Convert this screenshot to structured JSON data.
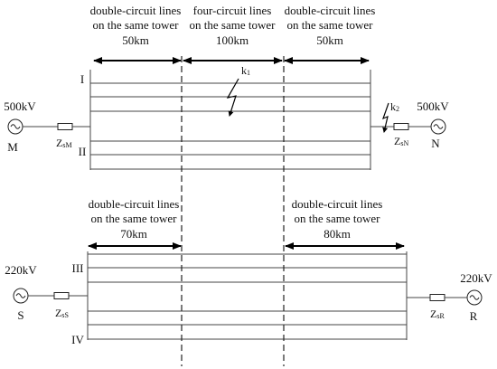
{
  "top": {
    "segments": [
      {
        "line1": "double-circuit lines",
        "line2": "on the same tower",
        "length": "50km"
      },
      {
        "line1": "four-circuit lines",
        "line2": "on the same tower",
        "length": "100km"
      },
      {
        "line1": "double-circuit lines",
        "line2": "on the same tower",
        "length": "50km"
      }
    ],
    "circuit_upper": "I",
    "circuit_lower": "II",
    "left_source": {
      "voltage": "500kV",
      "bus": "M",
      "impedance": "Z",
      "impedance_sub": "sM"
    },
    "right_source": {
      "voltage": "500kV",
      "bus": "N",
      "impedance": "Z",
      "impedance_sub": "sN"
    },
    "fault1": {
      "label": "k",
      "sub": "1"
    },
    "fault2": {
      "label": "k",
      "sub": "2"
    }
  },
  "bottom": {
    "segments": [
      {
        "line1": "double-circuit lines",
        "line2": "on the same tower",
        "length": "70km"
      },
      {
        "line1": "double-circuit lines",
        "line2": "on the same tower",
        "length": "80km"
      }
    ],
    "circuit_upper": "III",
    "circuit_lower": "IV",
    "left_source": {
      "voltage": "220kV",
      "bus": "S",
      "impedance": "Z",
      "impedance_sub": "sS"
    },
    "right_source": {
      "voltage": "220kV",
      "bus": "R",
      "impedance": "Z",
      "impedance_sub": "sR"
    }
  }
}
